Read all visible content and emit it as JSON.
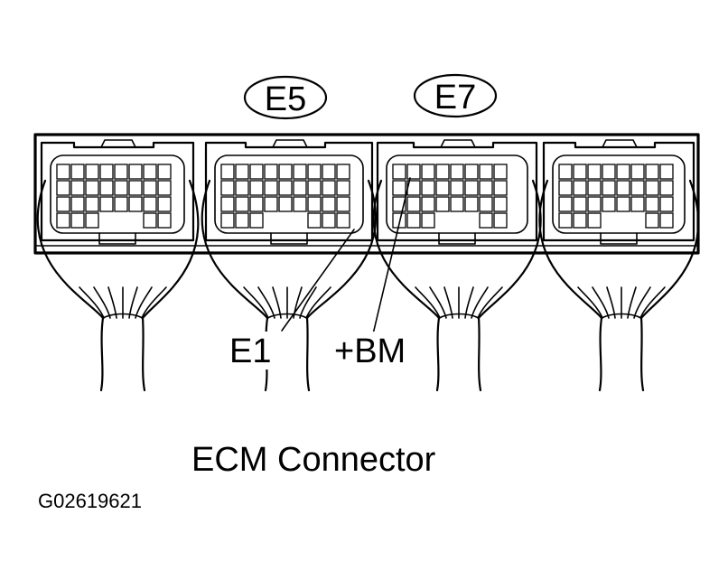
{
  "connectors": [
    {
      "id": "E5",
      "label": "E5"
    },
    {
      "id": "E7",
      "label": "E7"
    }
  ],
  "terminals": [
    {
      "id": "E1",
      "label": "E1"
    },
    {
      "id": "BM",
      "label": "+BM"
    }
  ],
  "title": "ECM Connector",
  "figure_code": "G02619621",
  "colors": {
    "line": "#000000",
    "background": "#ffffff"
  }
}
